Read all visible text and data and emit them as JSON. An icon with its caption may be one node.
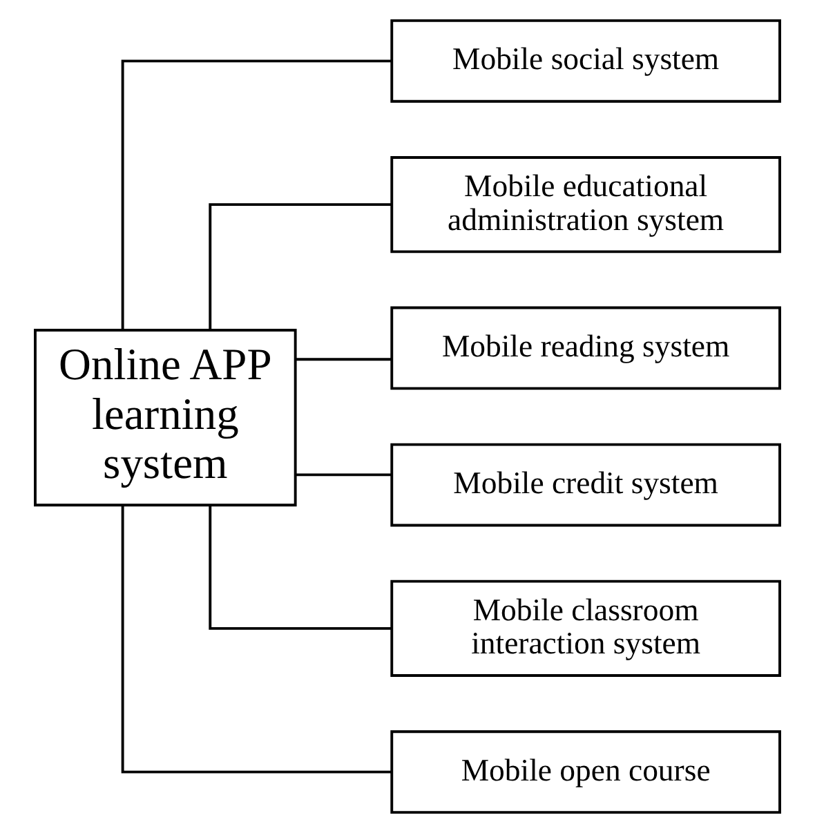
{
  "diagram": {
    "nodes": [
      {
        "text": [
          "Online APP learning system"
        ]
      },
      {
        "text": [
          "Mobile social system"
        ]
      },
      {
        "text": [
          "Mobile educational administration system"
        ]
      },
      {
        "text": [
          "Mobile reading system"
        ]
      },
      {
        "text": [
          "Mobile credit system"
        ]
      },
      {
        "text": [
          "Mobile classroom interaction system"
        ]
      },
      {
        "text": [
          "Mobile open course"
        ]
      }
    ],
    "edges": [
      {
        "from": 0,
        "to": 1,
        "arrow": "none"
      },
      {
        "from": 0,
        "to": 2,
        "arrow": "none"
      },
      {
        "from": 0,
        "to": 3,
        "arrow": "none"
      },
      {
        "from": 0,
        "to": 4,
        "arrow": "none"
      },
      {
        "from": 0,
        "to": 5,
        "arrow": "none"
      },
      {
        "from": 0,
        "to": 6,
        "arrow": "none"
      }
    ]
  }
}
